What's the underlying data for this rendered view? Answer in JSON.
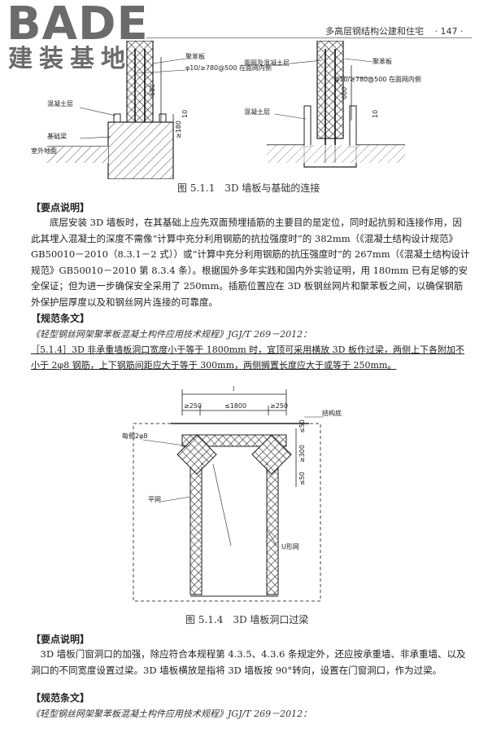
{
  "logo": {
    "brand": "BADE",
    "brand_sub": "建装基地"
  },
  "header": {
    "running_title": "多高层钢结构公建和住宅",
    "page_number": "· 147 ·"
  },
  "fig1": {
    "left": {
      "label_board": "聚苯板",
      "label_rebar": "φ10/≥780@500 在面网内侧",
      "label_concrete": "混凝土层",
      "label_beam": "基础梁",
      "label_ground": "室外地面",
      "dim_600": "600",
      "dim_10": "10",
      "dim_180": "≥180"
    },
    "right": {
      "label_net": "面网及混凝土层",
      "label_board": "聚苯板",
      "label_rebar": "φ10/≥780@500 在面网内侧",
      "label_concrete": "混凝土层",
      "dim_600": "600",
      "dim_10": "10"
    },
    "caption": "图 5.1.1　3D 墙板与基础的连接"
  },
  "sec1": {
    "heading": "【要点说明】",
    "paragraph": "底层安装 3D 墙板时，在其基础上应先双面预埋插筋的主要目的是定位，同时起抗剪和连接作用，因此其埋入混凝土的深度不需像“计算中充分利用钢筋的抗拉强度时”的 382mm（《混凝土结构设计规范》GB50010－2010（8.3.1－2 式））或“计算中充分利用钢筋的抗压强度时”的 267mm（《混凝土结构设计规范》GB50010－2010 第 8.3.4 条）。根据国外多年实践和国内外实验证明，用 180mm 已有足够的安全保证；但为进一步确保安全采用了 250mm。插筋位置应在 3D 板钢丝网片和聚苯板之间，以确保钢筋外保护层厚度以及和钢丝网片连接的可靠度。",
    "norm_heading": "【规范条文】",
    "norm_source": "《轻型钢丝网架聚苯板混凝土构件应用技术规程》JGJ/T 269－2012：",
    "clause": "［5.1.4］3D 非承重墙板洞口宽度小于等于 1800mm 时，宜顶可采用横放 3D 板作过梁，两侧上下各附加不小于 2φ8 钢筋，上下钢筋间距应大于等于 300mm，两侧搁置长度应大于或等于 250mm。"
  },
  "fig2": {
    "dim_l": "l",
    "dim_left": "≥250",
    "dim_mid": "≤1800",
    "dim_right": "≥250",
    "label_structure": "结构底",
    "label_each_side": "每侧2φ8",
    "label_flat_net": "平网",
    "label_u_net": "U形网",
    "dim_50_top": "≤50",
    "dim_300": "≥300",
    "dim_50_bot": "≤50",
    "caption": "图 5.1.4　3D 墙板洞口过梁"
  },
  "sec2": {
    "heading": "【要点说明】",
    "paragraph": "3D 墙板门窗洞口的加强，除应符合本规程第 4.3.5、4.3.6 条规定外，还应按承重墙、非承重墙、以及洞口的不同宽度设置过梁。3D 墙板横放是指将 3D 墙板按 90°转向，设置在门窗洞口，作为过梁。",
    "norm_heading": "【规范条文】",
    "norm_source": "《轻型钢丝网架聚苯板混凝土构件应用技术规程》JGJ/T 269－2012："
  }
}
